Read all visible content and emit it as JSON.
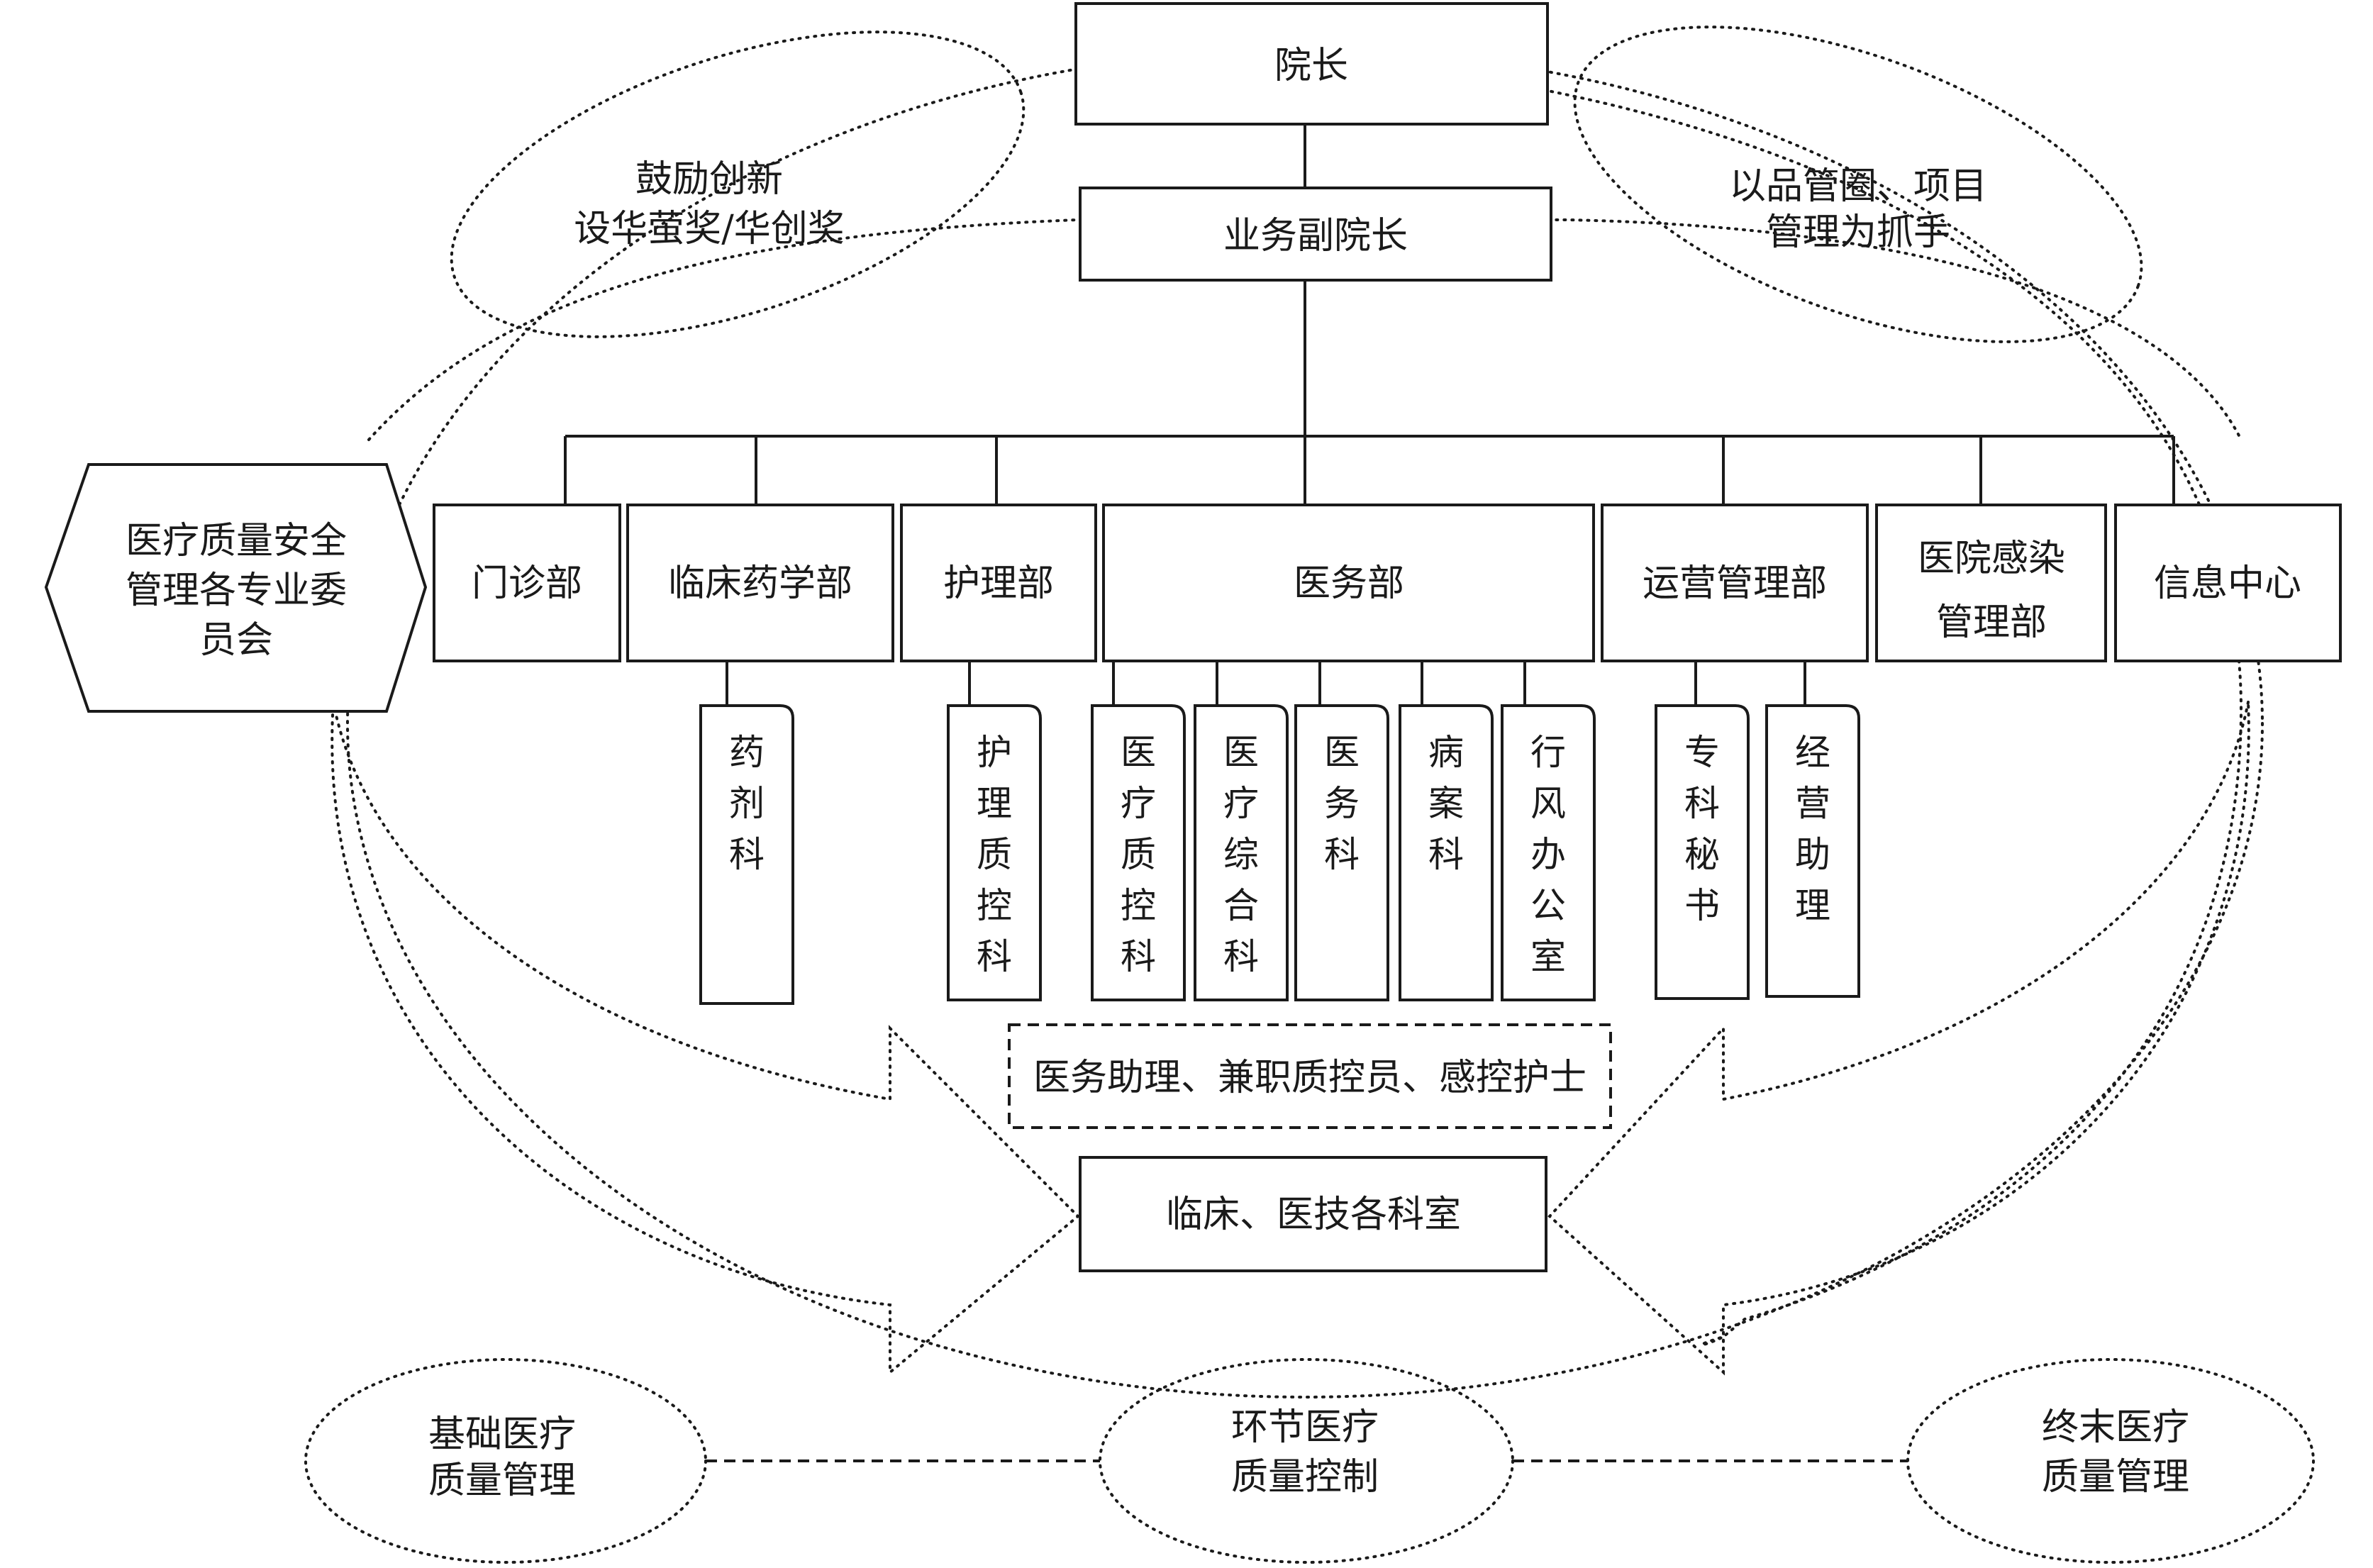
{
  "top": {
    "president": "院长",
    "vice_president": "业务副院长"
  },
  "side_notes": {
    "left_oval": [
      "鼓励创新",
      "设华萤奖/华创奖"
    ],
    "right_oval": [
      "以品管圈、项目",
      "管理为抓手"
    ],
    "committee": [
      "医疗质量安全",
      "管理各专业委",
      "员会"
    ]
  },
  "departments": [
    {
      "lines": [
        "门诊部"
      ]
    },
    {
      "lines": [
        "临床药学部"
      ]
    },
    {
      "lines": [
        "护理部"
      ]
    },
    {
      "lines": [
        "医务部"
      ]
    },
    {
      "lines": [
        "运营管理部"
      ]
    },
    {
      "lines": [
        "医院感染",
        "管理部"
      ]
    },
    {
      "lines": [
        "信息中心"
      ]
    }
  ],
  "sub_units": [
    {
      "text": "药剂科"
    },
    {
      "text": "护理质控科"
    },
    {
      "text": "医疗质控科"
    },
    {
      "text": "医疗综合科"
    },
    {
      "text": "医务科"
    },
    {
      "text": "病案科"
    },
    {
      "text": "行风办公室"
    },
    {
      "text": "专科秘书"
    },
    {
      "text": "经营助理"
    }
  ],
  "staff_box": "医务助理、兼职质控员、感控护士",
  "clinical_box": "临床、医技各科室",
  "bottom_ovals": [
    [
      "基础医疗",
      "质量管理"
    ],
    [
      "环节医疗",
      "质量控制"
    ],
    [
      "终末医疗",
      "质量管理"
    ]
  ]
}
